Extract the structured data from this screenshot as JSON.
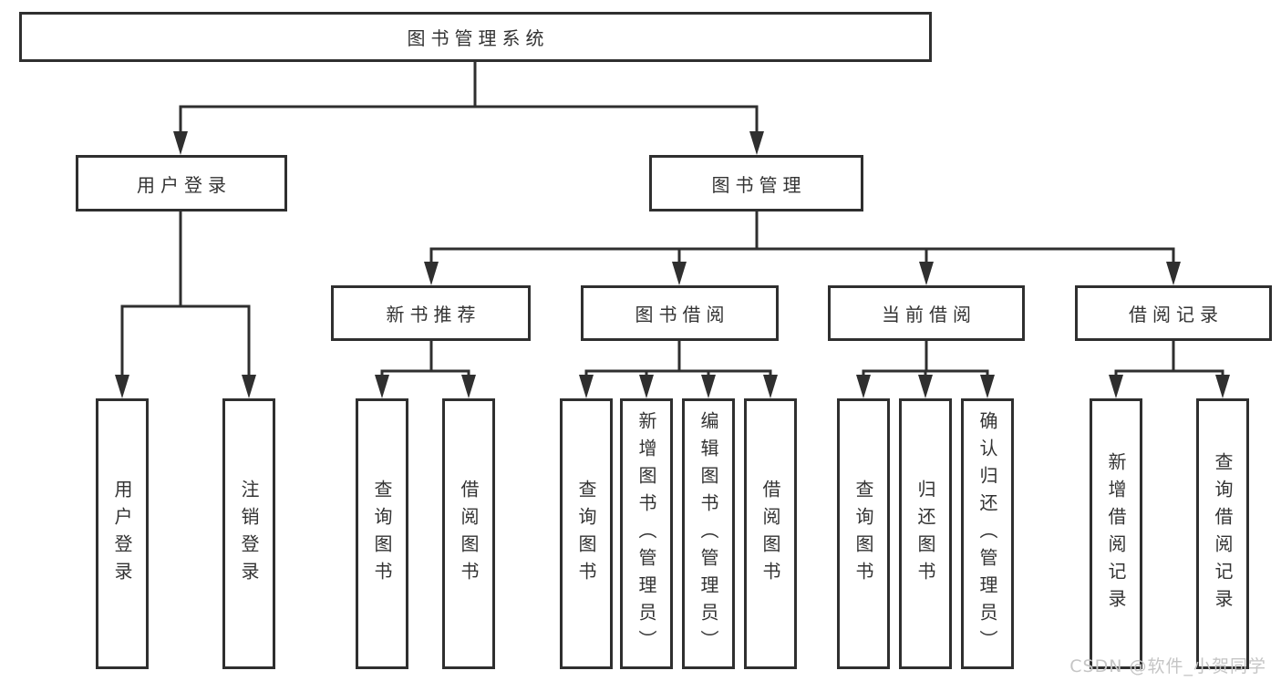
{
  "tree": {
    "root": "图书管理系统",
    "children": [
      {
        "label": "用户登录",
        "children": [
          {
            "label": "用户登录"
          },
          {
            "label": "注销登录"
          }
        ]
      },
      {
        "label": "图书管理",
        "children": [
          {
            "label": "新书推荐",
            "children": [
              {
                "label": "查询图书"
              },
              {
                "label": "借阅图书"
              }
            ]
          },
          {
            "label": "图书借阅",
            "children": [
              {
                "label": "查询图书"
              },
              {
                "label": "新增图书（管理员）"
              },
              {
                "label": "编辑图书（管理员）"
              },
              {
                "label": "借阅图书"
              }
            ]
          },
          {
            "label": "当前借阅",
            "children": [
              {
                "label": "查询图书"
              },
              {
                "label": "归还图书"
              },
              {
                "label": "确认归还（管理员）"
              }
            ]
          },
          {
            "label": "借阅记录",
            "children": [
              {
                "label": "新增借阅记录"
              },
              {
                "label": "查询借阅记录"
              }
            ]
          }
        ]
      }
    ]
  },
  "watermark": "CSDN @软件_小贺同学",
  "colors": {
    "line": "#2f2f2f",
    "box_border": "#2f2f2f",
    "text": "#333333",
    "watermark": "#c5c5c5",
    "background": "#ffffff"
  }
}
